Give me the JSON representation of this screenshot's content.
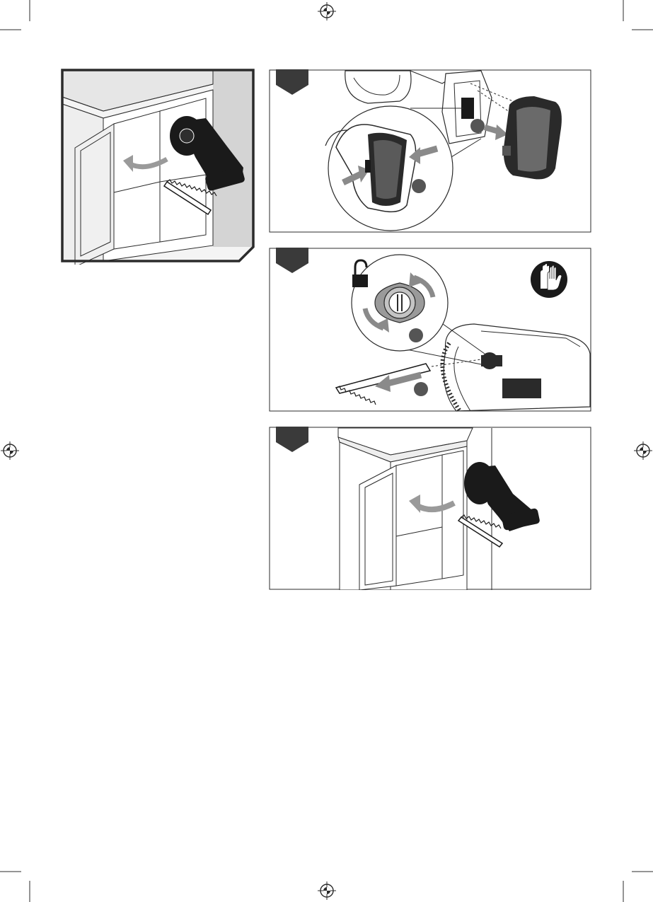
{
  "page": {
    "background": "#ffffff",
    "colors": {
      "line": "#2b2b2b",
      "tool_black": "#1a1a1a",
      "arrow_gray": "#8a8a8a",
      "light_gray": "#d9d9d9",
      "mid_gray": "#b3b3b3",
      "step_marker": "#3a3a3a"
    }
  },
  "registration_marks": [
    {
      "name": "registration-mark-top",
      "icon": "crosshair-icon"
    },
    {
      "name": "registration-mark-left",
      "icon": "crosshair-icon"
    },
    {
      "name": "registration-mark-right",
      "icon": "crosshair-icon"
    },
    {
      "name": "registration-mark-bottom",
      "icon": "crosshair-icon"
    }
  ],
  "panels": [
    {
      "id": "overview",
      "description_icon": "saw-and-cabinet-illustration"
    },
    {
      "id": "step-1",
      "marker_icon": "step-marker-pentagon",
      "content_icon": "battery-removal-illustration"
    },
    {
      "id": "step-2",
      "marker_icon": "step-marker-pentagon",
      "content_icon": "blade-removal-illustration",
      "extra_icons": [
        "unlock-icon",
        "gloves-icon"
      ]
    },
    {
      "id": "step-3",
      "marker_icon": "step-marker-pentagon",
      "content_icon": "saw-storage-illustration"
    }
  ]
}
